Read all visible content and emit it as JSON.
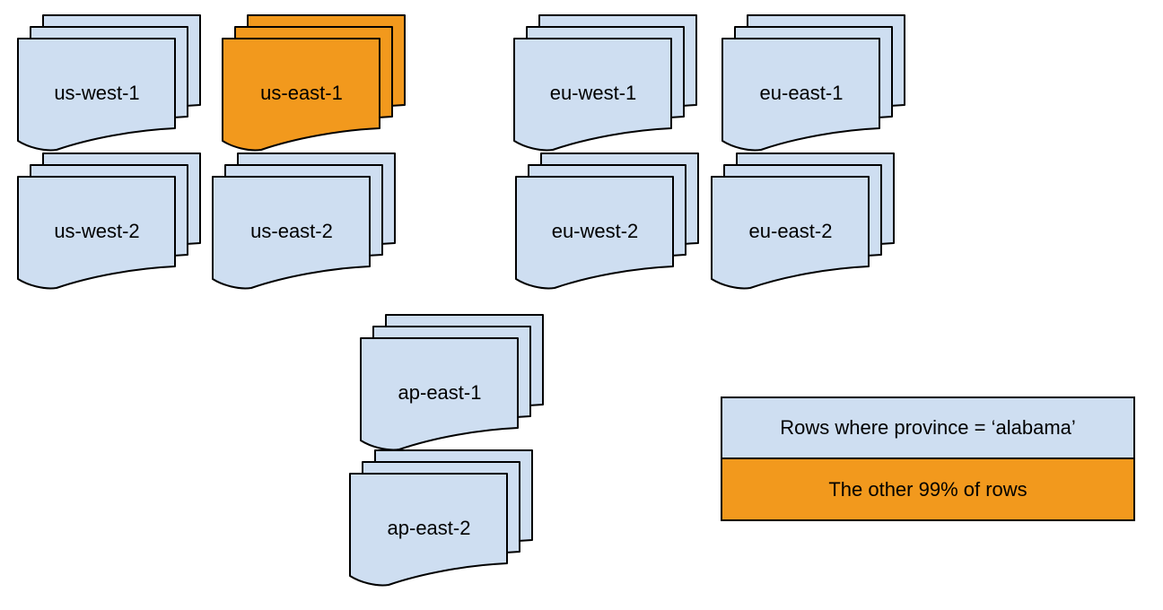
{
  "colors": {
    "blue": "#cedef1",
    "orange": "#f2991d",
    "stroke": "#000000"
  },
  "stacks": [
    {
      "label": "us-west-1",
      "color": "blue"
    },
    {
      "label": "us-east-1",
      "color": "orange"
    },
    {
      "label": "eu-west-1",
      "color": "blue"
    },
    {
      "label": "eu-east-1",
      "color": "blue"
    },
    {
      "label": "us-west-2",
      "color": "blue"
    },
    {
      "label": "us-east-2",
      "color": "blue"
    },
    {
      "label": "eu-west-2",
      "color": "blue"
    },
    {
      "label": "eu-east-2",
      "color": "blue"
    },
    {
      "label": "ap-east-1",
      "color": "blue"
    },
    {
      "label": "ap-east-2",
      "color": "blue"
    }
  ],
  "legend": {
    "items": [
      {
        "label": "Rows where province = ‘alabama’",
        "color": "blue"
      },
      {
        "label": "The other 99% of rows",
        "color": "orange"
      }
    ]
  }
}
